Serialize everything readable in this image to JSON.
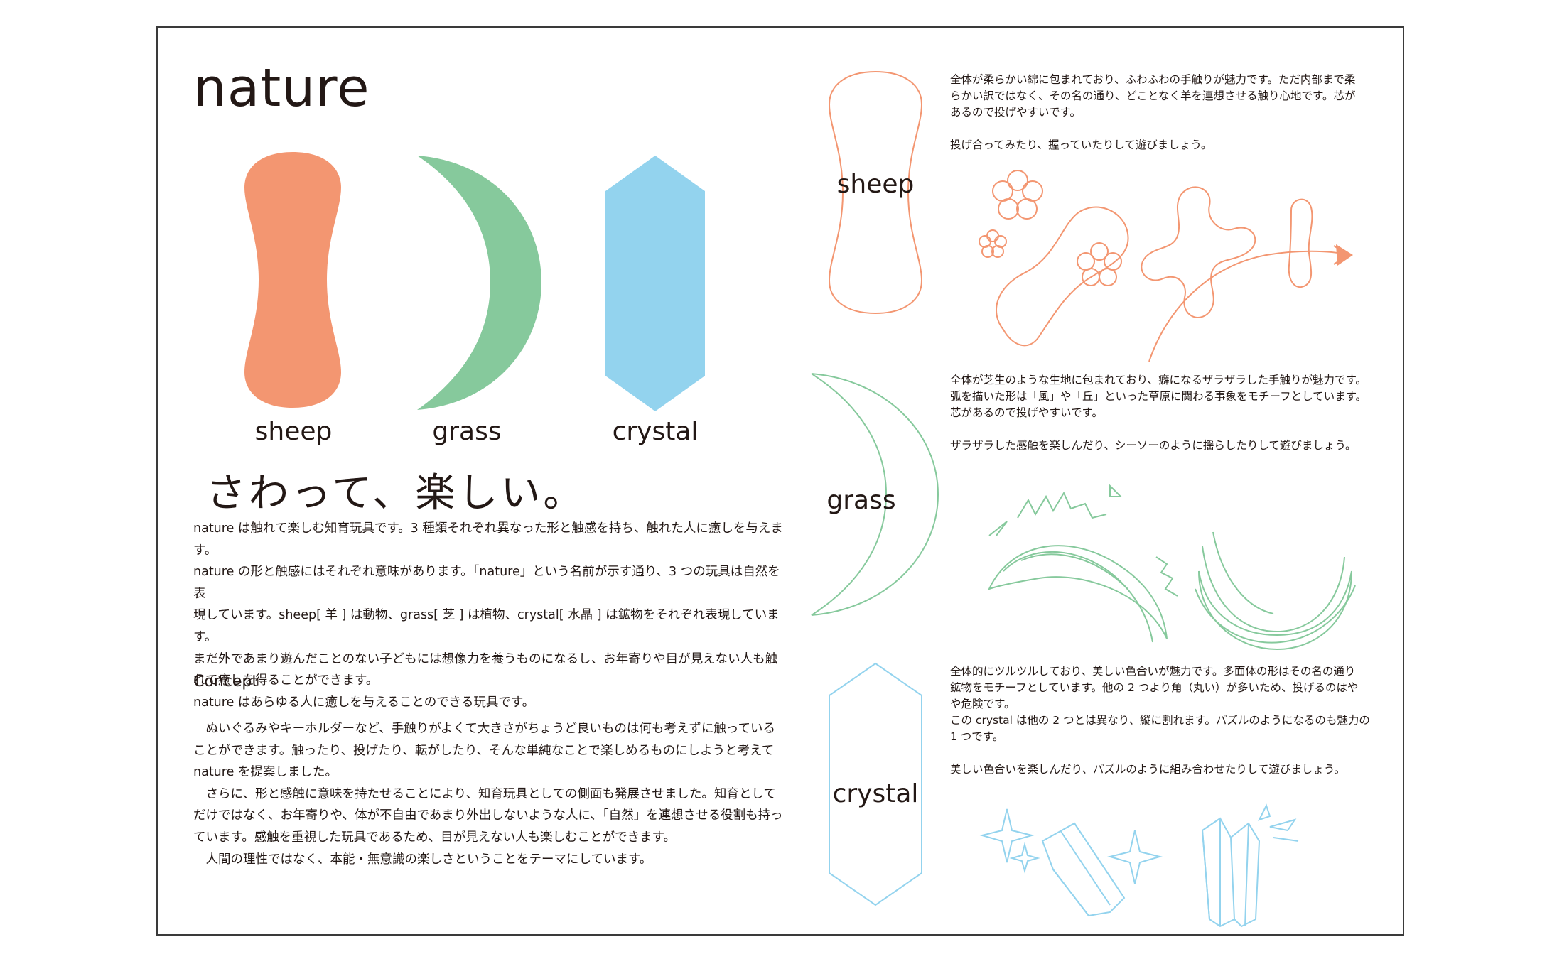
{
  "title": "nature",
  "shapes": {
    "sheep": {
      "label": "sheep",
      "color": "#f39671"
    },
    "grass": {
      "label": "grass",
      "color": "#86c99c"
    },
    "crystal": {
      "label": "crystal",
      "color": "#93d3ee"
    }
  },
  "headline": "さわって、楽しい。",
  "intro": "nature は触れて楽しむ知育玩具です。3 種類それぞれ異なった形と触感を持ち、触れた人に癒しを与えます。\nnature の形と触感にはそれぞれ意味があります。「nature」という名前が示す通り、3 つの玩具は自然を表\n現しています。sheep[ 羊 ] は動物、grass[ 芝 ] は植物、crystal[ 水晶 ] は鉱物をそれぞれ表現しています。\nまだ外であまり遊んだことのない子どもには想像力を養うものになるし、お年寄りや目が見えない人も触\nれて癒しを得ることができます。\nnature はあらゆる人に癒しを与えることのできる玩具です。",
  "concept_heading": "Concept",
  "concept_text": "　ぬいぐるみやキーホルダーなど、手触りがよくて大きさがちょうど良いものは何も考えずに触っている\nことができます。触ったり、投げたり、転がしたり、そんな単純なことで楽しめるものにしようと考えて\nnature を提案しました。\n　さらに、形と感触に意味を持たせることにより、知育玩具としての側面も発展させました。知育として\nだけではなく、お年寄りや、体が不自由であまり外出しないような人に、「自然」を連想させる役割も持っ\nています。感触を重視した玩具であるため、目が見えない人も楽しむことができます。\n　人間の理性ではなく、本能・無意識の楽しさということをテーマにしています。",
  "details": {
    "sheep": {
      "label": "sheep",
      "text": "全体が柔らかい綿に包まれており、ふわふわの手触りが魅力です。ただ内部まで柔\nらかい訳ではなく、その名の通り、どことなく羊を連想させる触り心地です。芯が\nあるので投げやすいです。\n\n投げ合ってみたり、握っていたりして遊びましょう。"
    },
    "grass": {
      "label": "grass",
      "text": "全体が芝生のような生地に包まれており、癖になるザラザラした手触りが魅力です。\n弧を描いた形は「風」や「丘」といった草原に関わる事象をモチーフとしています。\n芯があるので投げやすいです。\n\nザラザラした感触を楽しんだり、シーソーのように揺らしたりして遊びましょう。"
    },
    "crystal": {
      "label": "crystal",
      "text": "全体的にツルツルしており、美しい色合いが魅力です。多面体の形はその名の通り\n鉱物をモチーフとしています。他の 2 つより角（丸い）が多いため、投げるのはや\nや危険です。\nこの crystal は他の 2 つとは異なり、縦に割れます。パズルのようになるのも魅力の\n1 つです。\n\n美しい色合いを楽しんだり、パズルのように組み合わせたりして遊びましょう。"
    }
  }
}
